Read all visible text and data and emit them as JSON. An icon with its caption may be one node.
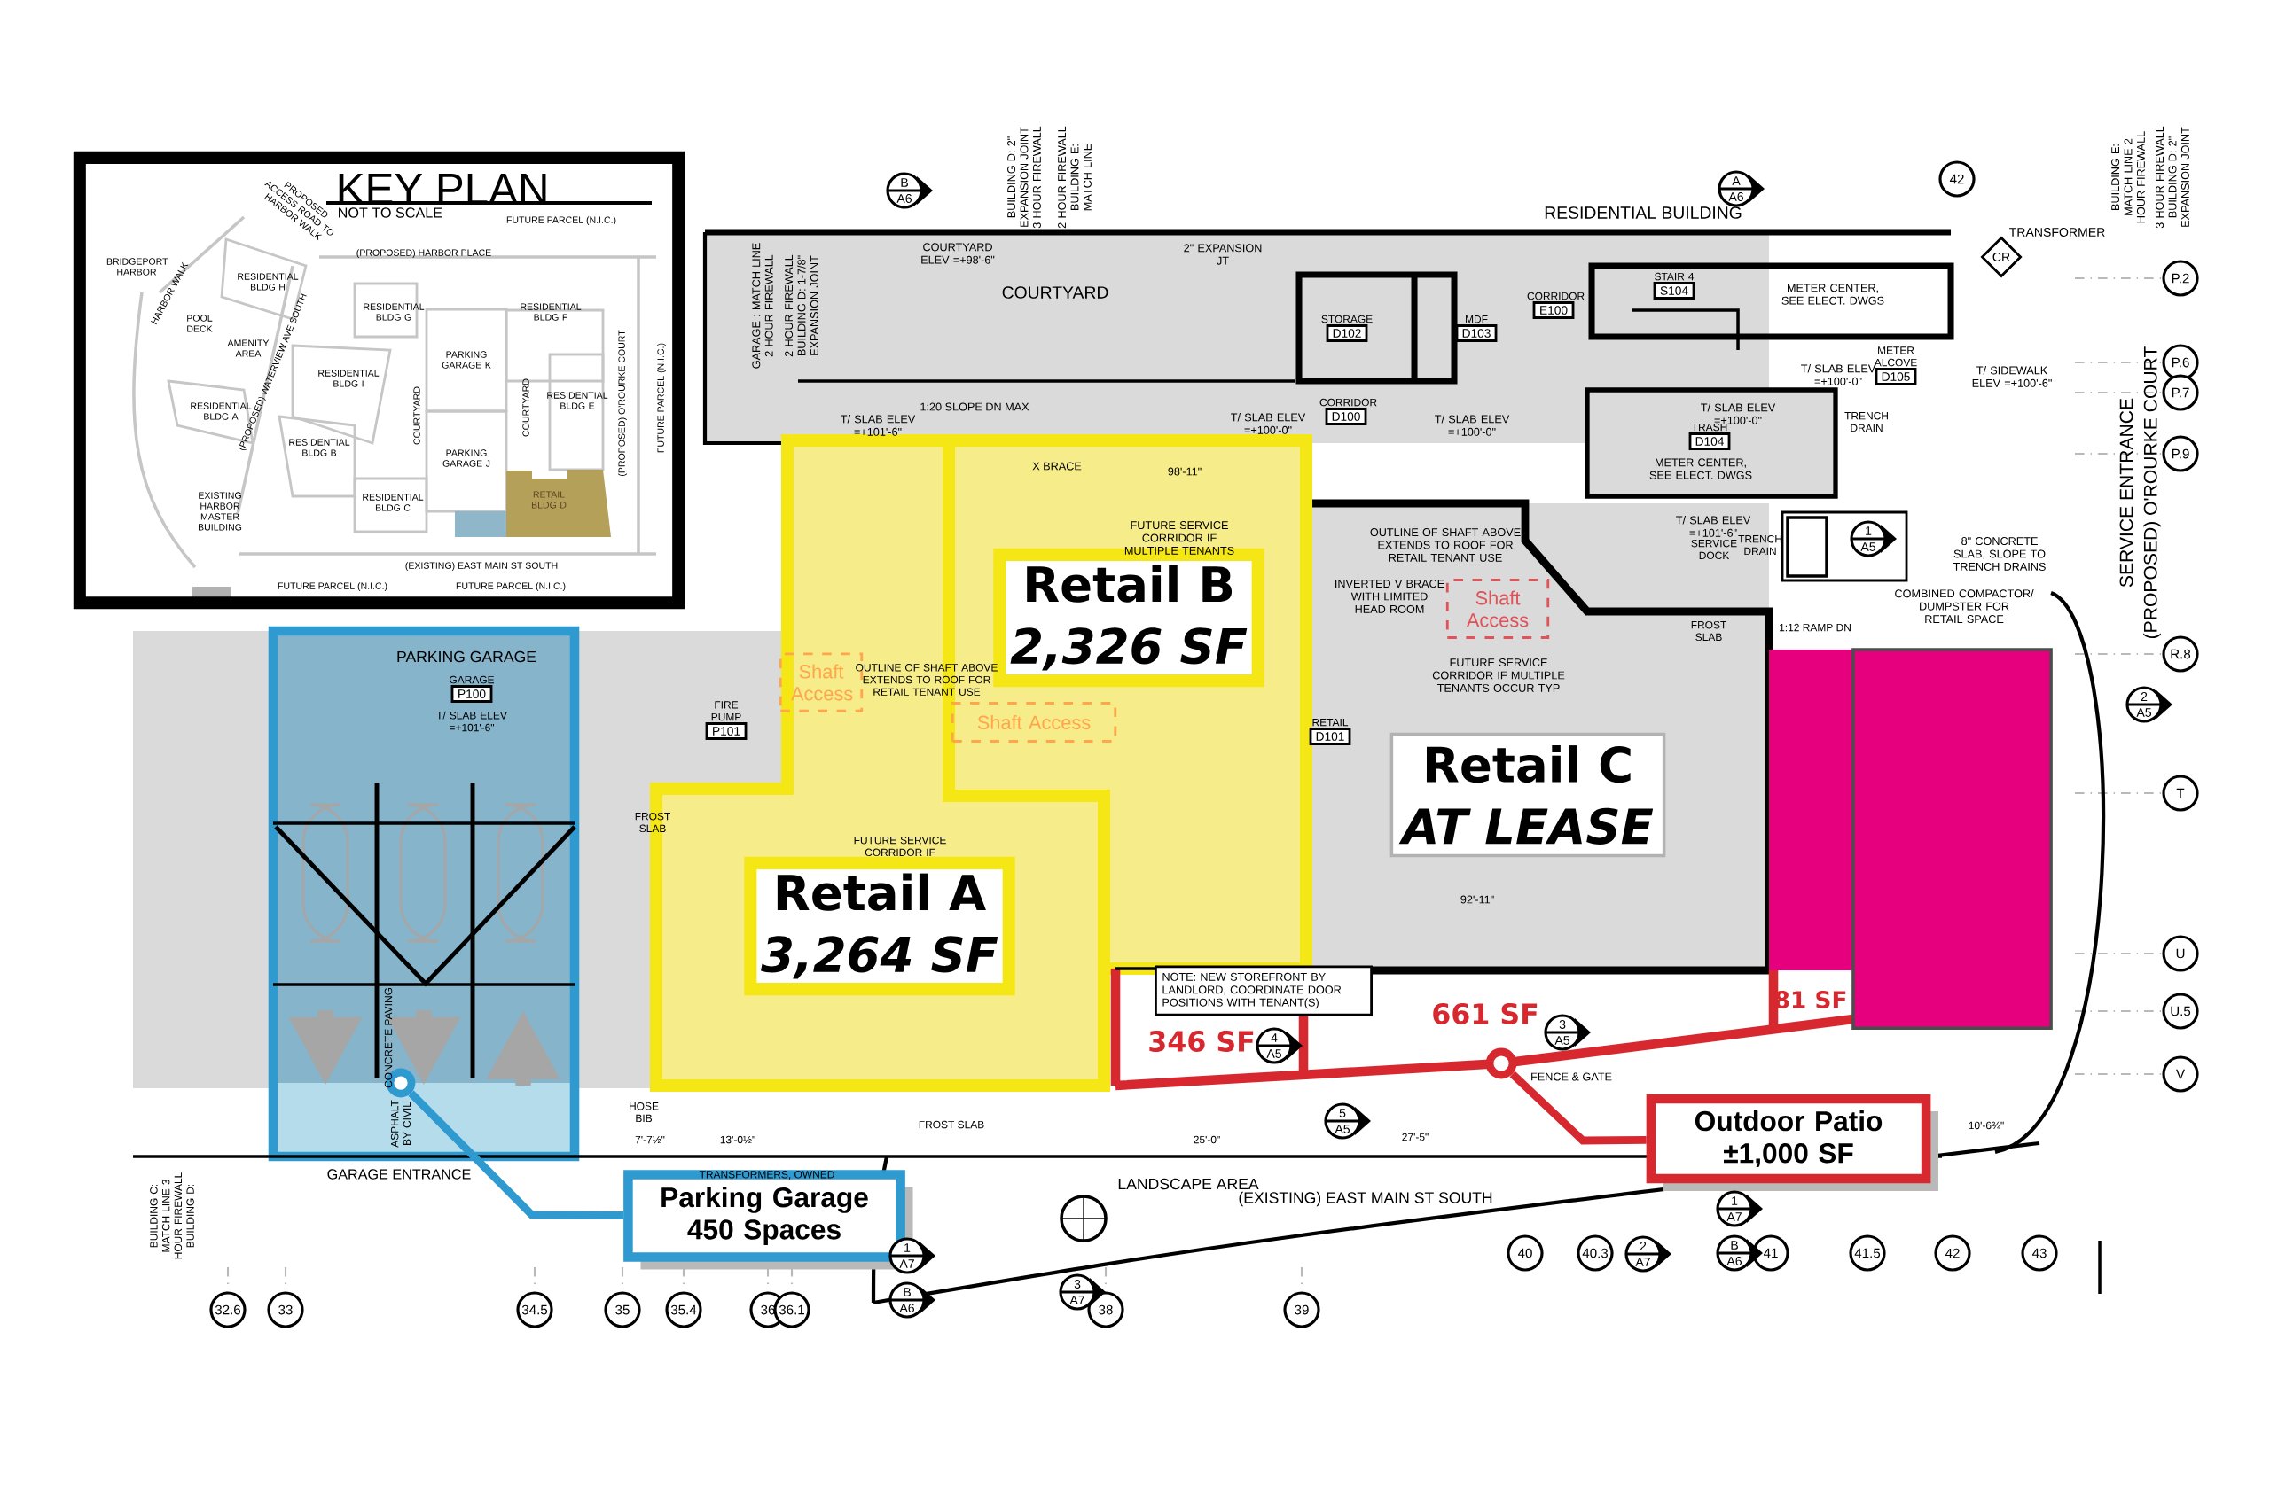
{
  "diagram": {
    "nodes": [
      {
        "text": [
          "KEY PLAN",
          "NOT TO SCALE"
        ]
      },
      {
        "text": [
          "PARKING GARAGE"
        ]
      },
      {
        "text": [
          "Retail B",
          "2,326 SF"
        ]
      },
      {
        "text": [
          "Retail A",
          "3,264 SF"
        ]
      },
      {
        "text": [
          "Retail C",
          "AT LEASE"
        ]
      },
      {
        "text": [],
        "shape": "box"
      },
      {
        "text": [
          "Parking Garage 450 Spaces"
        ]
      },
      {
        "text": [
          "Outdoor Patio ±1,000 SF"
        ]
      },
      {
        "text": [],
        "shape": "circle"
      },
      {
        "text": [],
        "shape": "circle"
      },
      {
        "text": [
          "Shaft Access"
        ]
      },
      {
        "text": [
          "Shaft Access"
        ]
      },
      {
        "text": [
          "Shaft Access"
        ]
      },
      {
        "text": [
          "D102"
        ],
        "beside": [
          "STORAGE"
        ]
      },
      {
        "text": [
          "D103"
        ],
        "beside": [
          "MDF"
        ]
      },
      {
        "text": [
          "D100"
        ],
        "beside": [
          "CORRIDOR"
        ]
      },
      {
        "text": [
          "E100"
        ],
        "beside": [
          "CORRIDOR"
        ]
      },
      {
        "text": [
          "S104"
        ],
        "beside": [
          "STAIR 4"
        ]
      },
      {
        "text": [
          "D104"
        ],
        "beside": [
          "TRASH"
        ]
      },
      {
        "text": [
          "D105"
        ],
        "beside": [
          "METER ALCOVE"
        ]
      },
      {
        "text": [
          "P100"
        ],
        "beside": [
          "GARAGE"
        ]
      },
      {
        "text": [
          "P101"
        ],
        "beside": [
          "FIRE PUMP"
        ]
      },
      {
        "text": [
          "D101"
        ],
        "beside": [
          "RETAIL"
        ]
      },
      {
        "text": [
          "NOTE: NEW STOREFRONT BY LANDLORD, COORDINATE DOOR POSITIONS WITH TENANT(S)"
        ]
      },
      {
        "text": [
          "CR"
        ]
      },
      {
        "text": [
          "32.6"
        ]
      },
      {
        "text": [
          "33"
        ]
      },
      {
        "text": [
          "34.5"
        ]
      },
      {
        "text": [
          "35"
        ]
      },
      {
        "text": [
          "35.4"
        ]
      },
      {
        "text": [
          "36"
        ]
      },
      {
        "text": [
          "36.1"
        ]
      },
      {
        "text": [
          "38"
        ]
      },
      {
        "text": [
          "39"
        ]
      },
      {
        "text": [
          "40"
        ]
      },
      {
        "text": [
          "40.3"
        ]
      },
      {
        "text": [
          "41"
        ]
      },
      {
        "text": [
          "41.5"
        ]
      },
      {
        "text": [
          "42"
        ]
      },
      {
        "text": [
          "43"
        ]
      },
      {
        "text": [
          "P.2"
        ]
      },
      {
        "text": [
          "P.6"
        ]
      },
      {
        "text": [
          "P.7"
        ]
      },
      {
        "text": [
          "P.9"
        ]
      },
      {
        "text": [
          "R.8"
        ]
      },
      {
        "text": [
          "T"
        ]
      },
      {
        "text": [
          "U"
        ]
      },
      {
        "text": [
          "U.5"
        ]
      },
      {
        "text": [
          "V"
        ]
      },
      {
        "text": [
          "42"
        ]
      },
      {
        "text": [
          "B",
          "A6"
        ]
      },
      {
        "text": [
          "A",
          "A6"
        ]
      },
      {
        "text": [
          "1",
          "A5"
        ]
      },
      {
        "text": [
          "2",
          "A5"
        ]
      },
      {
        "text": [
          "4",
          "A5"
        ]
      },
      {
        "text": [
          "3",
          "A5"
        ]
      },
      {
        "text": [
          "5",
          "A5"
        ]
      },
      {
        "text": [
          "1",
          "A7"
        ]
      },
      {
        "text": [
          "B",
          "A6"
        ]
      },
      {
        "text": [
          "3",
          "A7"
        ]
      },
      {
        "text": [
          "2",
          "A7"
        ]
      },
      {
        "text": [
          "1",
          "A7"
        ]
      },
      {
        "text": [
          "B",
          "A6"
        ]
      }
    ],
    "edges": [
      {
        "from": 6,
        "to": 8,
        "arrow": "none",
        "color": "#2e9ad0"
      },
      {
        "from": 7,
        "to": 9,
        "arrow": "none",
        "color": "#d7282f"
      }
    ],
    "labels": [
      "PROPOSED ACCESS ROAD TO HARBOR WALK",
      "FUTURE PARCEL (N.I.C.)",
      "(PROPOSED) HARBOR PLACE",
      "BRIDGEPORT HARBOR",
      "HARBOR WALK",
      "RESIDENTIAL BLDG H",
      "POOL DECK",
      "RESIDENTIAL BLDG G",
      "RESIDENTIAL BLDG F",
      "AMENITY AREA",
      "(PROPOSED) WATERVIEW AVE SOUTH",
      "RESIDENTIAL BLDG I",
      "PARKING GARAGE K",
      "RESIDENTIAL BLDG A",
      "COURTYARD",
      "COURTYARD",
      "RESIDENTIAL BLDG E",
      "(PROPOSED) O'ROURKE COURT",
      "FUTURE PARCEL (N.I.C.)",
      "RESIDENTIAL BLDG B",
      "PARKING GARAGE J",
      "EXISTING HARBOR MASTER BUILDING",
      "RESIDENTIAL BLDG C",
      "RETAIL BLDG D",
      "(EXISTING) EAST MAIN ST SOUTH",
      "FUTURE PARCEL (N.I.C.)",
      "FUTURE PARCEL (N.I.C.)",
      "RESIDENTIAL BUILDING",
      "COURTYARD",
      "COURTYARD ELEV =+98'-6\"",
      "2\" EXPANSION JT",
      "GARAGE : MATCH LINE 2 HOUR FIREWALL",
      "2 HOUR FIREWALL BUILDING D: 1-7/8\" EXPANSION JOINT",
      "BUILDING D: 2\" EXPANSION JOINT 3 HOUR FIREWALL",
      "2 HOUR FIREWALL BUILDING E: MATCH LINE",
      "1:20 SLOPE DN MAX",
      "T/ SLAB ELEV =+101'-6\"",
      "T/ SLAB ELEV =+100'-0\"",
      "T/ SLAB ELEV =+100'-0\"",
      "TRANSFORMER",
      "BUILDING E: MATCH LINE 2 HOUR FIREWALL",
      "3 HOUR FIREWALL BUILDING D: 2\" EXPANSION JOINT",
      "METER CENTER, SEE ELECT. DWGS",
      "T/ SLAB ELEV =+100'-0\"",
      "T/ SIDEWALK ELEV =+100'-6\"",
      "T/ SLAB ELEV =+100'-0\"",
      "TRENCH DRAIN",
      "METER CENTER, SEE ELECT. DWGS",
      "T/ SLAB ELEV =+101'-6\"",
      "SERVICE DOCK",
      "TRENCH DRAIN",
      "8\" CONCRETE SLAB, SLOPE TO TRENCH DRAINS",
      "FROST SLAB",
      "1:12 RAMP DN",
      "COMBINED COMPACTOR/ DUMPSTER FOR RETAIL SPACE",
      "SERVICE ENTRANCE",
      "(PROPOSED) O'ROURKE COURT",
      "X BRACE",
      "98'-11\"",
      "FUTURE SERVICE CORRIDOR IF MULTIPLE TENANTS",
      "OUTLINE OF SHAFT ABOVE EXTENDS TO ROOF FOR RETAIL TENANT USE",
      "INVERTED V BRACE WITH LIMITED HEAD ROOM",
      "FUTURE SERVICE CORRIDOR IF MULTIPLE TENANTS OCCUR TYP",
      "92'-11\"",
      "T/ SLAB ELEV =+101'-6\"",
      "FROST SLAB",
      "OUTLINE OF SHAFT ABOVE EXTENDS TO ROOF FOR RETAIL TENANT USE",
      "FUTURE SERVICE CORRIDOR IF",
      "CONCRETE PAVING",
      "ASPHALT BY CIVIL",
      "HOSE BIB",
      "FROST SLAB",
      "GARAGE ENTRANCE",
      "TRANSFORMERS, OWNED",
      "LANDSCAPE AREA",
      "(EXISTING) EAST MAIN ST SOUTH",
      "346 SF",
      "661 SF",
      "81 SF",
      "FENCE & GATE",
      "7'-7½\"",
      "13'-0½\"",
      "25'-0\"",
      "27'-5\"",
      "10'-6¾\"",
      "BUILDING C: MATCH LINE 3 HOUR FIREWALL BUILDING D:"
    ]
  }
}
